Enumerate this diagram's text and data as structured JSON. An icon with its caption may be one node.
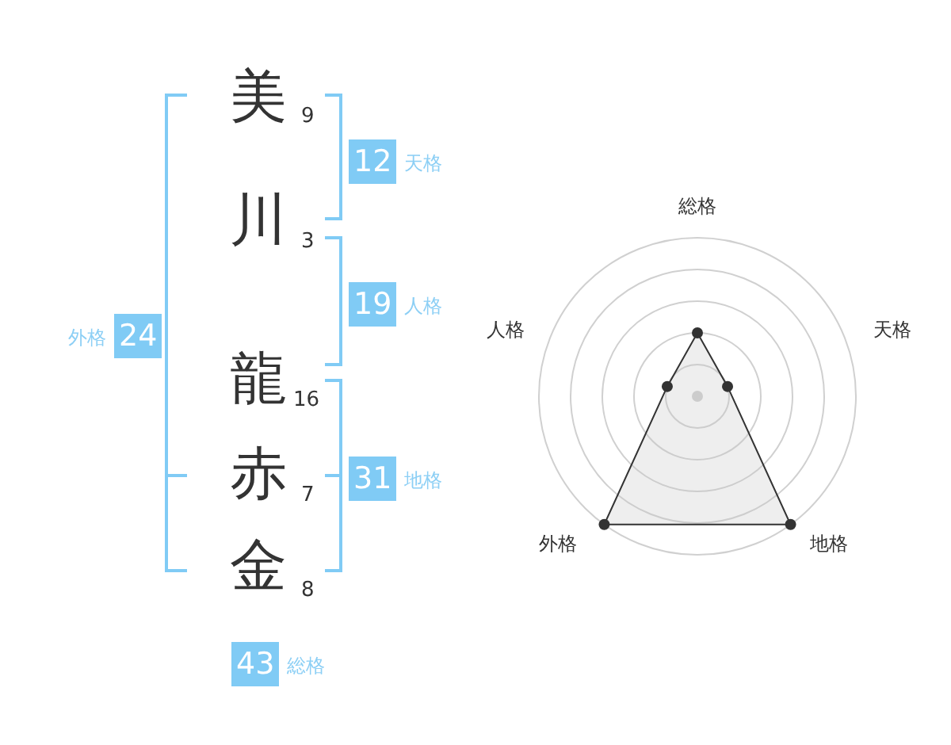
{
  "diagram": {
    "nodes": [
      {
        "text": [
          "12"
        ],
        "beside": [
          "天格"
        ]
      },
      {
        "text": [
          "19"
        ],
        "beside": [
          "人格"
        ]
      },
      {
        "text": [
          "24"
        ],
        "beside": [
          "外格"
        ]
      },
      {
        "text": [
          "31"
        ],
        "beside": [
          "地格"
        ]
      },
      {
        "text": [
          "43"
        ],
        "beside": [
          "総格"
        ]
      }
    ],
    "labels": [
      "美",
      "9",
      "川",
      "3",
      "龍",
      "16",
      "赤",
      "7",
      "金",
      "8",
      "総格",
      "人格",
      "天格",
      "外格",
      "地格"
    ]
  }
}
